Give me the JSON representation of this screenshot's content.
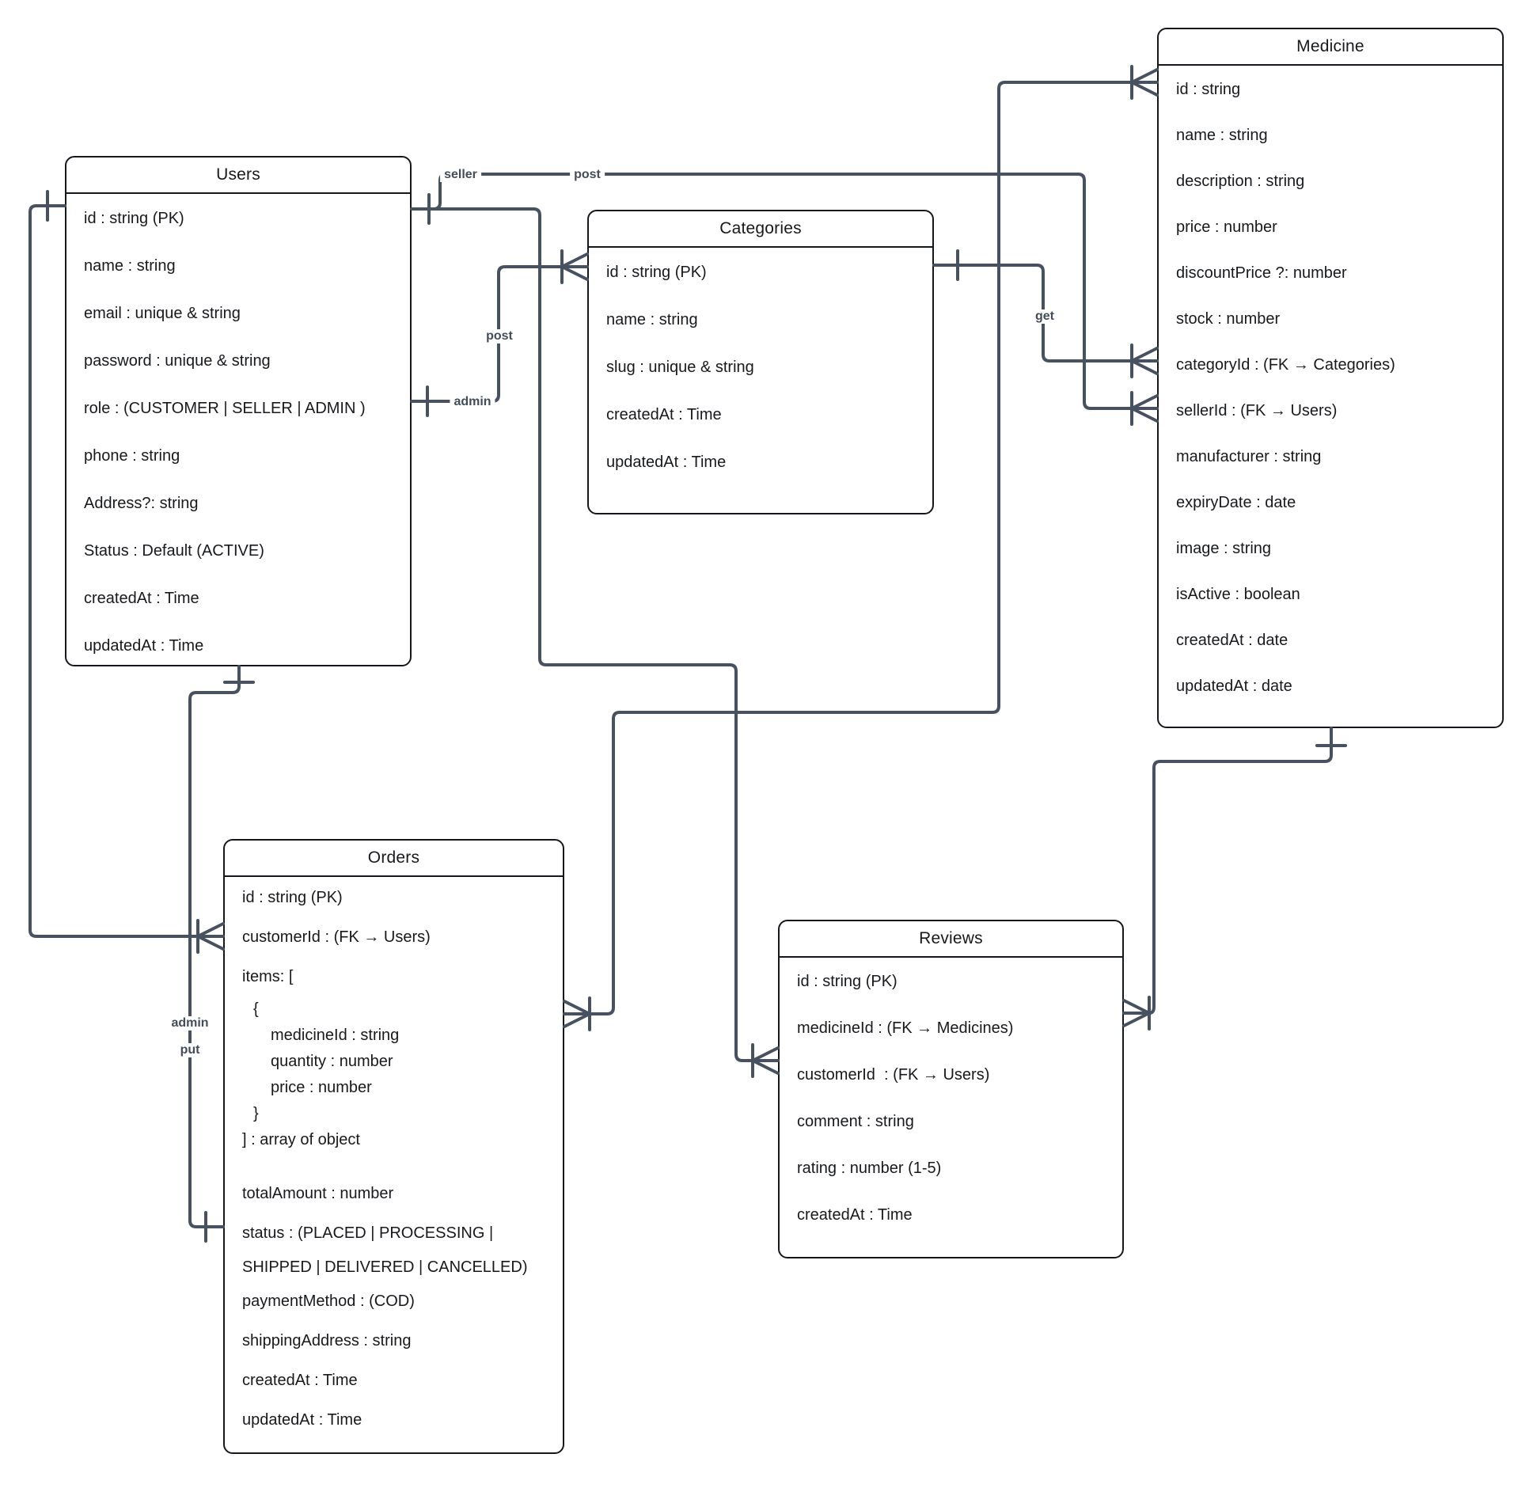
{
  "diagram": {
    "entities": {
      "users": {
        "title": "Users",
        "fields": [
          {
            "t": "id : string (PK)"
          },
          {
            "t": "name : string"
          },
          {
            "t": "email : unique & string"
          },
          {
            "t": "password : unique & string"
          },
          {
            "t": "role : (CUSTOMER | SELLER | ADMIN )"
          },
          {
            "t": "phone : string"
          },
          {
            "t": "Address?: string"
          },
          {
            "t": "Status : Default (ACTIVE)"
          },
          {
            "t": "createdAt : Time"
          },
          {
            "t": "updatedAt : Time"
          }
        ]
      },
      "categories": {
        "title": "Categories",
        "fields": [
          {
            "t": "id : string (PK)"
          },
          {
            "t": "name : string"
          },
          {
            "t": "slug : unique & string"
          },
          {
            "t": "createdAt : Time"
          },
          {
            "t": "updatedAt : Time"
          }
        ]
      },
      "medicine": {
        "title": "Medicine",
        "fields": [
          {
            "t": "id : string"
          },
          {
            "t": "name : string"
          },
          {
            "t": "description : string"
          },
          {
            "t": "price : number"
          },
          {
            "t": "discountPrice ?: number"
          },
          {
            "t": "stock : number"
          },
          {
            "t": "categoryId : (FK → Categories)"
          },
          {
            "t": "sellerId : (FK → Users)"
          },
          {
            "t": "manufacturer : string"
          },
          {
            "t": "expiryDate : date"
          },
          {
            "t": "image : string"
          },
          {
            "t": "isActive : boolean"
          },
          {
            "t": "createdAt : date"
          },
          {
            "t": "updatedAt : date"
          }
        ]
      },
      "orders": {
        "title": "Orders",
        "fields": [
          {
            "t": "id : string (PK)"
          },
          {
            "t": "customerId : (FK → Users)"
          },
          {
            "t": "items: ["
          },
          {
            "t": "{",
            "cls": "sub1 tight"
          },
          {
            "t": "medicineId : string",
            "cls": "sub2 tight"
          },
          {
            "t": "quantity : number",
            "cls": "sub2 tight"
          },
          {
            "t": "price : number",
            "cls": "sub2 tight"
          },
          {
            "t": "}",
            "cls": "sub1 tight"
          },
          {
            "t": "] : array of object",
            "cls": "tight"
          },
          {
            "t": "totalAmount : number",
            "cls": "gap"
          },
          {
            "t": "status : (PLACED | PROCESSING |"
          },
          {
            "t": "SHIPPED | DELIVERED | CANCELLED)",
            "cls": "cont"
          },
          {
            "t": "paymentMethod : (COD)"
          },
          {
            "t": "shippingAddress : string"
          },
          {
            "t": "createdAt : Time"
          },
          {
            "t": "updatedAt : Time"
          }
        ]
      },
      "reviews": {
        "title": "Reviews",
        "fields": [
          {
            "t": "id : string (PK)"
          },
          {
            "t": "medicineId : (FK → Medicines)"
          },
          {
            "t": "customerId  : (FK → Users)"
          },
          {
            "t": "comment : string"
          },
          {
            "t": "rating : number (1-5)"
          },
          {
            "t": "createdAt : Time"
          }
        ]
      }
    },
    "connector_labels": {
      "seller": "seller",
      "post1": "post",
      "admin1": "admin",
      "post2": "post",
      "get": "get",
      "admin2": "admin",
      "put": "put"
    },
    "relationships": [
      {
        "from": "Users.id",
        "to": "Orders.customerId",
        "from_cardinality": "one",
        "to_cardinality": "many",
        "labels": []
      },
      {
        "from": "Users.id",
        "to": "Medicine.sellerId",
        "from_cardinality": "one",
        "to_cardinality": "many",
        "labels": [
          "seller",
          "post"
        ]
      },
      {
        "from": "Users.id",
        "to": "Reviews.customerId",
        "from_cardinality": "one",
        "to_cardinality": "many",
        "labels": []
      },
      {
        "from": "Users.role",
        "to": "Categories.id",
        "from_cardinality": "one",
        "to_cardinality": "many",
        "labels": [
          "admin",
          "post"
        ]
      },
      {
        "from": "Users",
        "to": "Orders.status",
        "from_cardinality": "one",
        "to_cardinality": "one",
        "labels": [
          "admin",
          "put"
        ]
      },
      {
        "from": "Categories",
        "to": "Medicine.categoryId",
        "from_cardinality": "one",
        "to_cardinality": "many",
        "labels": [
          "get"
        ]
      },
      {
        "from": "Medicine.id",
        "to": "Orders.items",
        "from_cardinality": "many",
        "to_cardinality": "many",
        "labels": []
      },
      {
        "from": "Medicine",
        "to": "Reviews.medicineId",
        "from_cardinality": "one",
        "to_cardinality": "many",
        "labels": []
      }
    ],
    "colors": {
      "line": "#47515f",
      "border": "#14181d",
      "text": "#17191c",
      "label_text": "#434c59",
      "background": "#ffffff"
    }
  }
}
